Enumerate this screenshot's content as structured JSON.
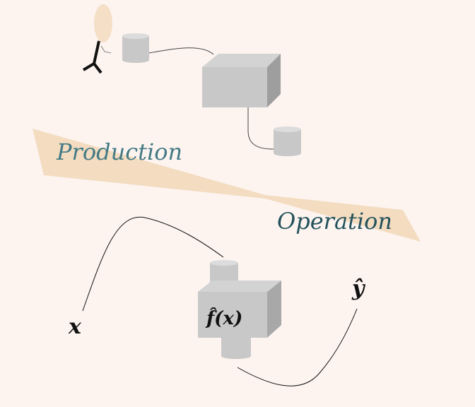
{
  "labels": {
    "production": "Production",
    "operation": "Operation",
    "model": "f̂(x)",
    "input": "x",
    "output": "ŷ"
  },
  "colors": {
    "background": "#fdf4f0",
    "ribbon": "#f3dcc0",
    "production_text": "#437a85",
    "operation_text": "#24525c",
    "box": "#c8c8c8"
  }
}
